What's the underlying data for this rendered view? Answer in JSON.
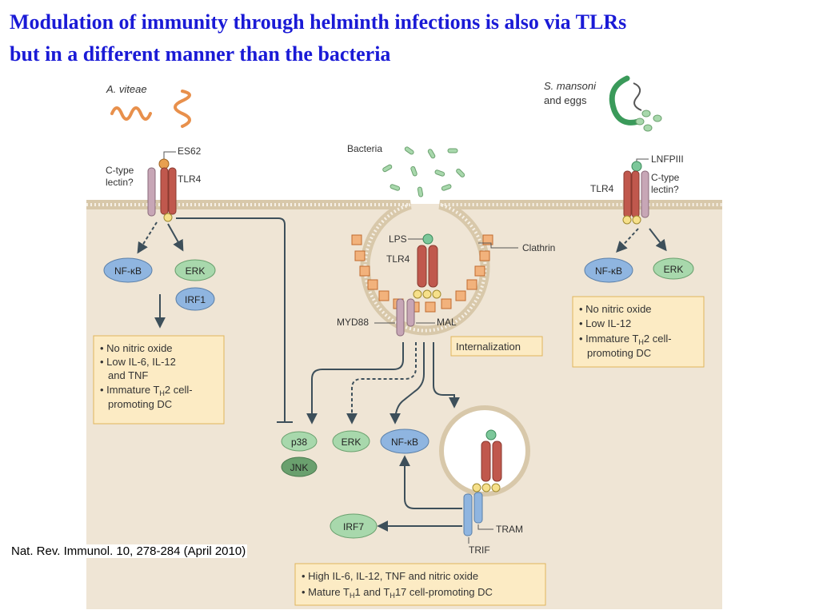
{
  "title_line1": "Modulation of immunity through helminth infections is also via TLRs",
  "title_line2": "but in a different manner than the bacteria",
  "citation": "Nat. Rev. Immunol. 10, 278-284 (April 2010)",
  "colors": {
    "title": "#1a1ad6",
    "cytoplasm": "#efe5d5",
    "membrane": "#d8c8aa",
    "tlr": "#c0584d",
    "lectin": "#c7a6b6",
    "clathrin": "#e8904c",
    "ligand": "#7cc79a",
    "node_blue": "#8fb5e0",
    "node_green": "#a8d8ac",
    "box_fill": "#fcebc4",
    "box_border": "#e0b55c"
  },
  "left": {
    "organism": "A. viteae",
    "ligand_label": "ES62",
    "lectin_label_1": "C-type",
    "lectin_label_2": "lectin?",
    "receptor_label": "TLR4",
    "nodes": {
      "nfkb": "NF-κB",
      "erk": "ERK",
      "irf1": "IRF1"
    },
    "box_line1": "• No nitric oxide",
    "box_line2": "• Low IL-6, IL-12",
    "box_line3": "and TNF",
    "box_line4_pre": "• Immature T",
    "box_line4_sub": "H",
    "box_line4_post": "2 cell-",
    "box_line5": "promoting DC"
  },
  "center": {
    "bacteria_label": "Bacteria",
    "lps_label": "LPS",
    "tlr4_label": "TLR4",
    "clathrin_label": "Clathrin",
    "myd88_label": "MYD88",
    "mal_label": "MAL",
    "internalization_label": "Internalization",
    "nodes": {
      "p38": "p38",
      "jnk": "JNK",
      "erk": "ERK",
      "nfkb": "NF-κB",
      "irf7": "IRF7"
    },
    "tram_label": "TRAM",
    "trif_label": "TRIF",
    "box_line1": "• High IL-6, IL-12, TNF and nitric oxide",
    "box_line2_a": "• Mature T",
    "box_line2_sub1": "H",
    "box_line2_b": "1 and T",
    "box_line2_sub2": "H",
    "box_line2_c": "17 cell-promoting DC"
  },
  "right": {
    "organism_1": "S. mansoni",
    "organism_2": "and eggs",
    "ligand_label": "LNFPIII",
    "receptor_label": "TLR4",
    "lectin_label_1": "C-type",
    "lectin_label_2": "lectin?",
    "nodes": {
      "nfkb": "NF-κB",
      "erk": "ERK"
    },
    "box_line1": "• No nitric oxide",
    "box_line2": "• Low IL-12",
    "box_line3_pre": "• Immature T",
    "box_line3_sub": "H",
    "box_line3_post": "2 cell-",
    "box_line4": "promoting DC"
  }
}
